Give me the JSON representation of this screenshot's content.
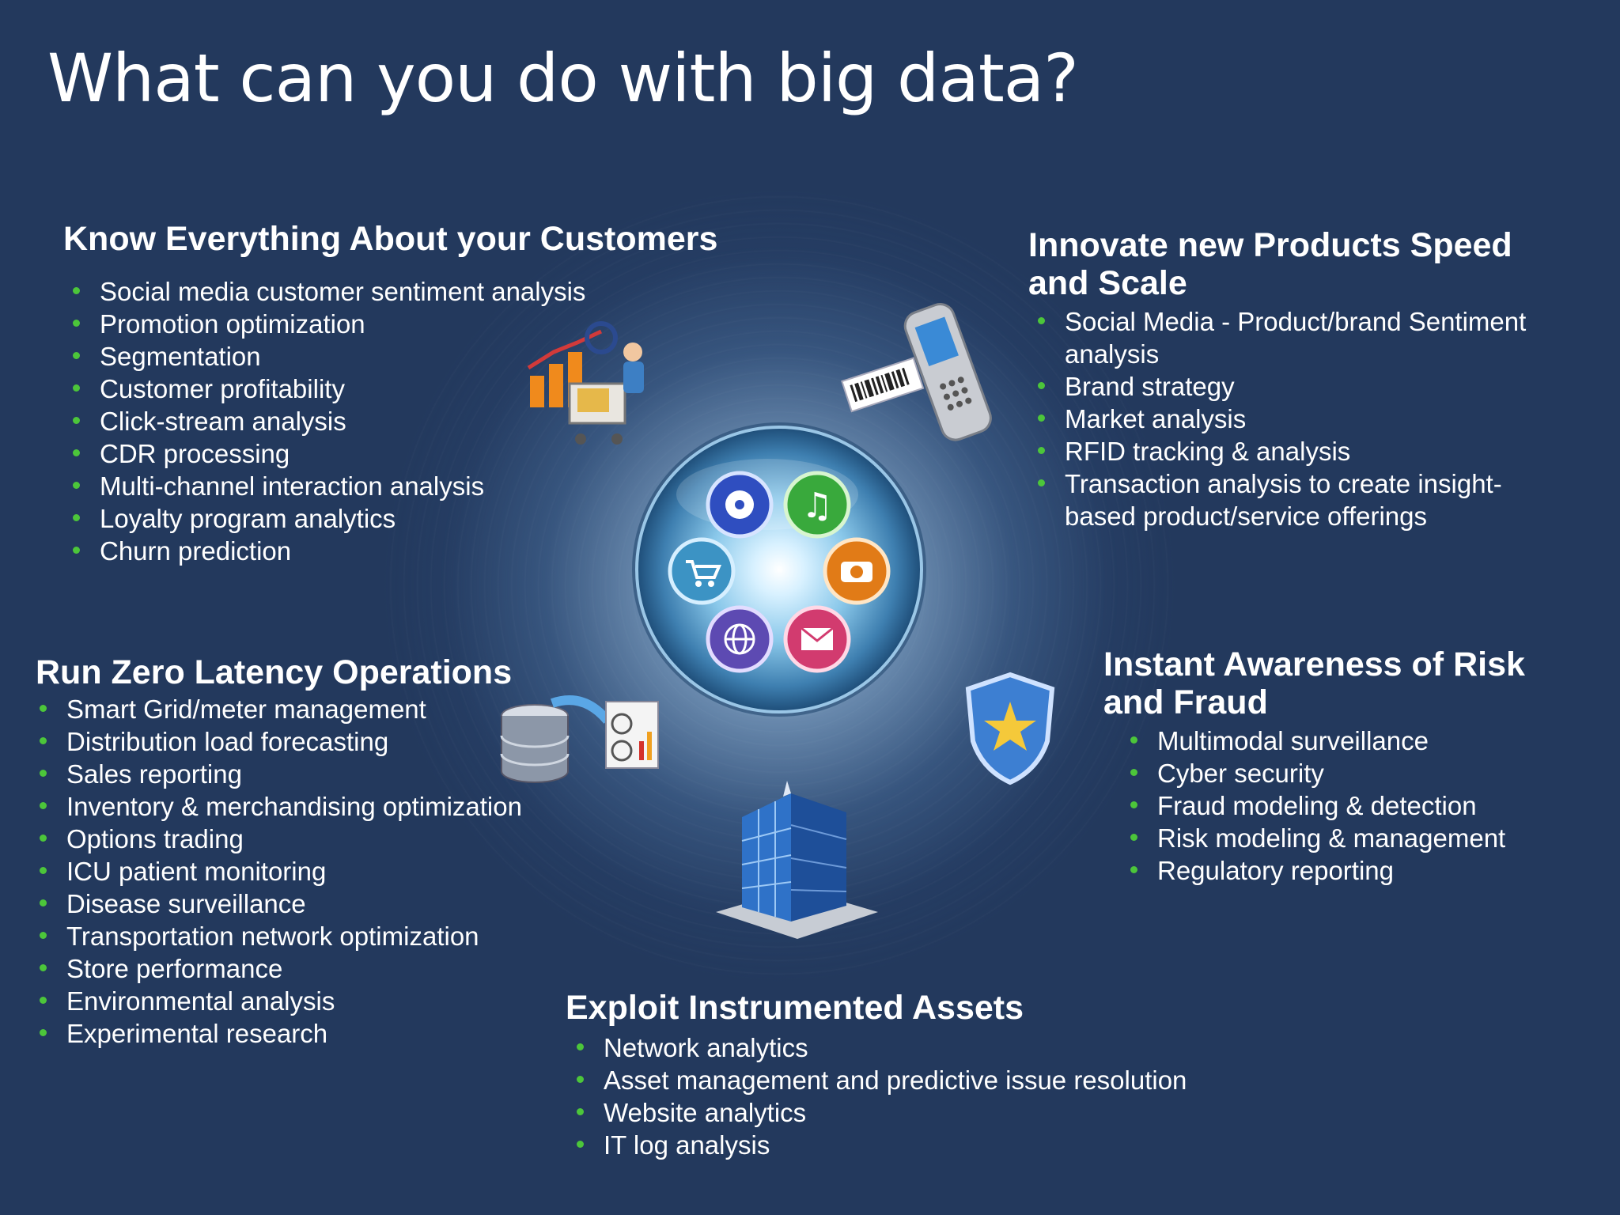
{
  "title": "What can you do with big data?",
  "sections": {
    "customers": {
      "heading": "Know Everything About your Customers",
      "items": [
        "Social media customer sentiment analysis",
        "Promotion optimization",
        "Segmentation",
        "Customer profitability",
        "Click-stream analysis",
        "CDR processing",
        "Multi-channel interaction analysis",
        "Loyalty program analytics",
        "Churn prediction"
      ]
    },
    "products": {
      "heading_line1": "Innovate new Products Speed",
      "heading_line2": "and Scale",
      "items": [
        "Social Media - Product/brand Sentiment",
        "analysis",
        "Brand strategy",
        "Market analysis",
        "RFID tracking & analysis",
        "Transaction analysis to create insight-",
        "based product/service offerings"
      ]
    },
    "operations": {
      "heading": "Run Zero Latency Operations",
      "items": [
        "Smart Grid/meter management",
        "Distribution load forecasting",
        "Sales reporting",
        "Inventory & merchandising optimization",
        "Options trading",
        "ICU patient monitoring",
        "Disease surveillance",
        "Transportation network optimization",
        "Store performance",
        "Environmental analysis",
        "Experimental research"
      ]
    },
    "risk": {
      "heading_line1": "Instant Awareness of Risk",
      "heading_line2": "and Fraud",
      "items": [
        "Multimodal surveillance",
        "Cyber security",
        "Fraud modeling & detection",
        "Risk modeling & management",
        "Regulatory reporting"
      ]
    },
    "assets": {
      "heading": "Exploit Instrumented Assets",
      "items": [
        "Network analytics",
        "Asset management and predictive issue resolution",
        "Website analytics",
        "IT log analysis"
      ]
    }
  },
  "colors": {
    "background": "#23395d",
    "bullet": "#4cc63a",
    "text": "#ffffff"
  },
  "icons": [
    "video-icon",
    "music-icon",
    "shopping-cart-icon",
    "camera-icon",
    "globe-icon",
    "mail-icon",
    "growth-chart-cart-icon",
    "barcode-scanner-icon",
    "database-report-icon",
    "shield-star-icon",
    "office-building-icon"
  ]
}
